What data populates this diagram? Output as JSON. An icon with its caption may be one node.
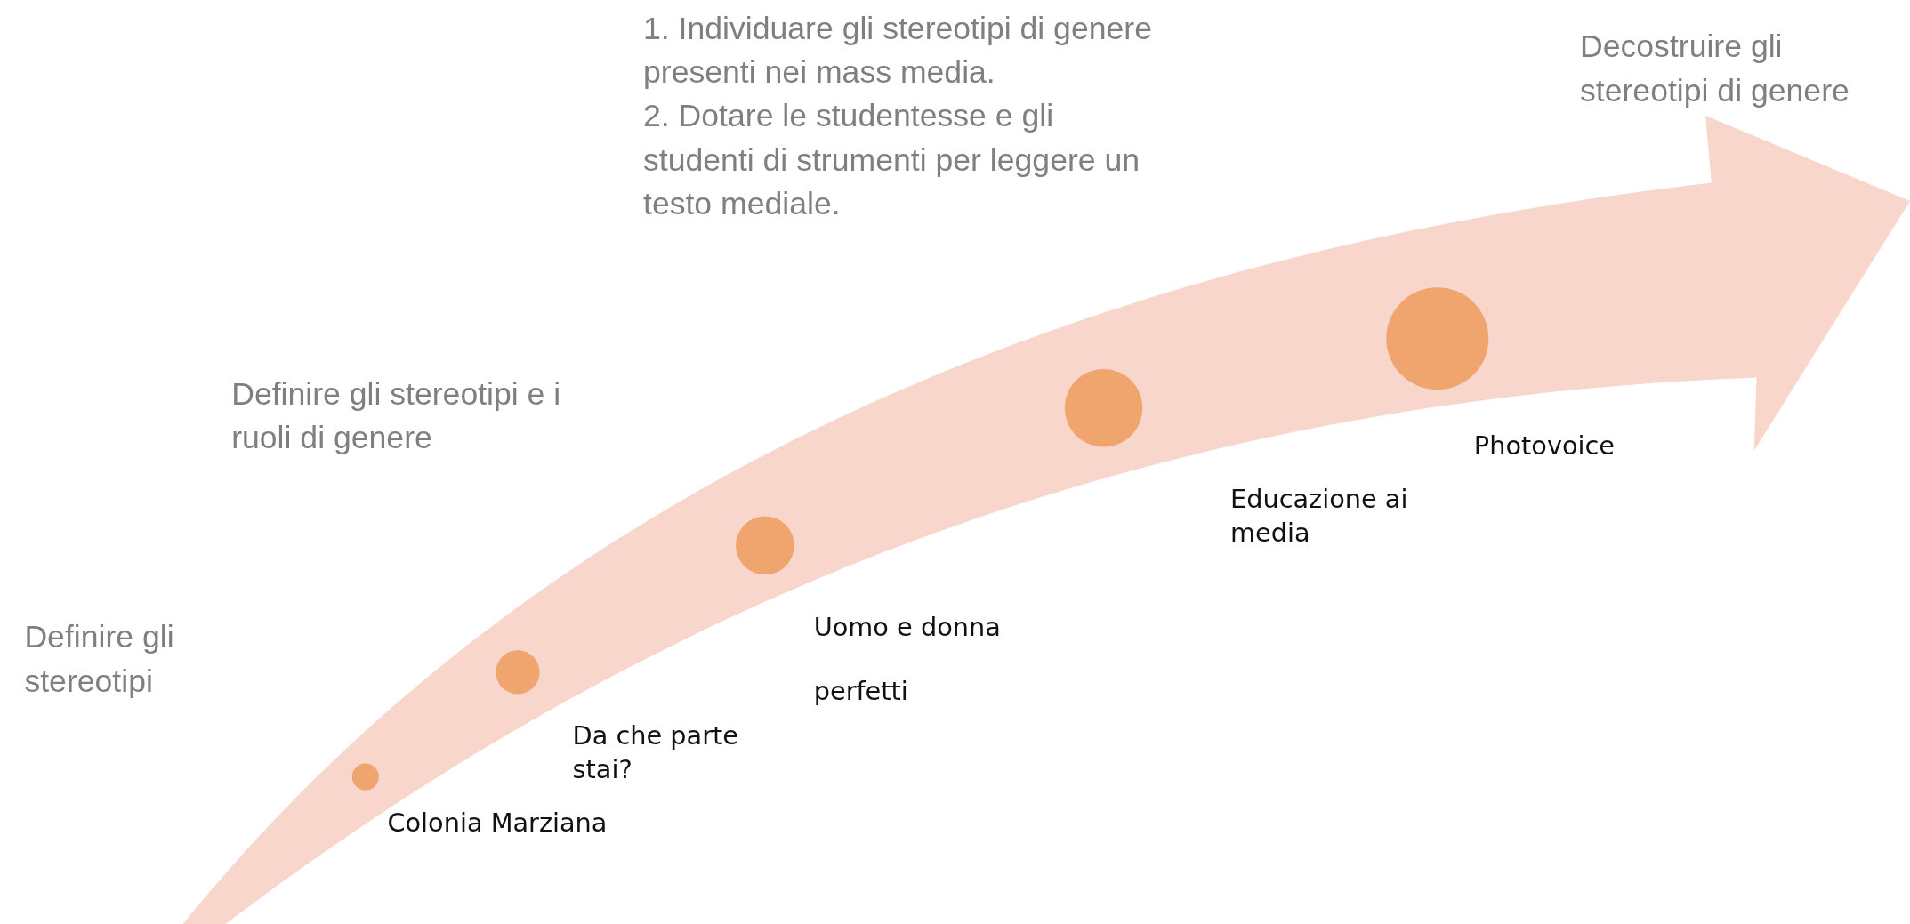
{
  "diagram": {
    "nodes": [
      {
        "text": [],
        "shape": "circle",
        "beside": [
          "Colonia Marziana"
        ]
      },
      {
        "text": [],
        "shape": "circle",
        "beside": [
          "Da che parte stai?"
        ]
      },
      {
        "text": [],
        "shape": "circle",
        "beside": [
          "Uomo e donna perfetti"
        ]
      },
      {
        "text": [],
        "shape": "circle",
        "beside": [
          "Educazione ai media"
        ]
      },
      {
        "text": [],
        "shape": "circle",
        "beside": [
          "Photovoice"
        ]
      }
    ],
    "labels": [
      "1. Individuare gli stereotipi di genere presenti nei mass media.",
      "2. Dotare le studentesse e gli studenti di strumenti per leggere un testo mediale.",
      "Decostruire gli stereotipi di genere",
      "Definire gli stereotipi e i ruoli di genere",
      "Definire gli stereotipi"
    ]
  }
}
